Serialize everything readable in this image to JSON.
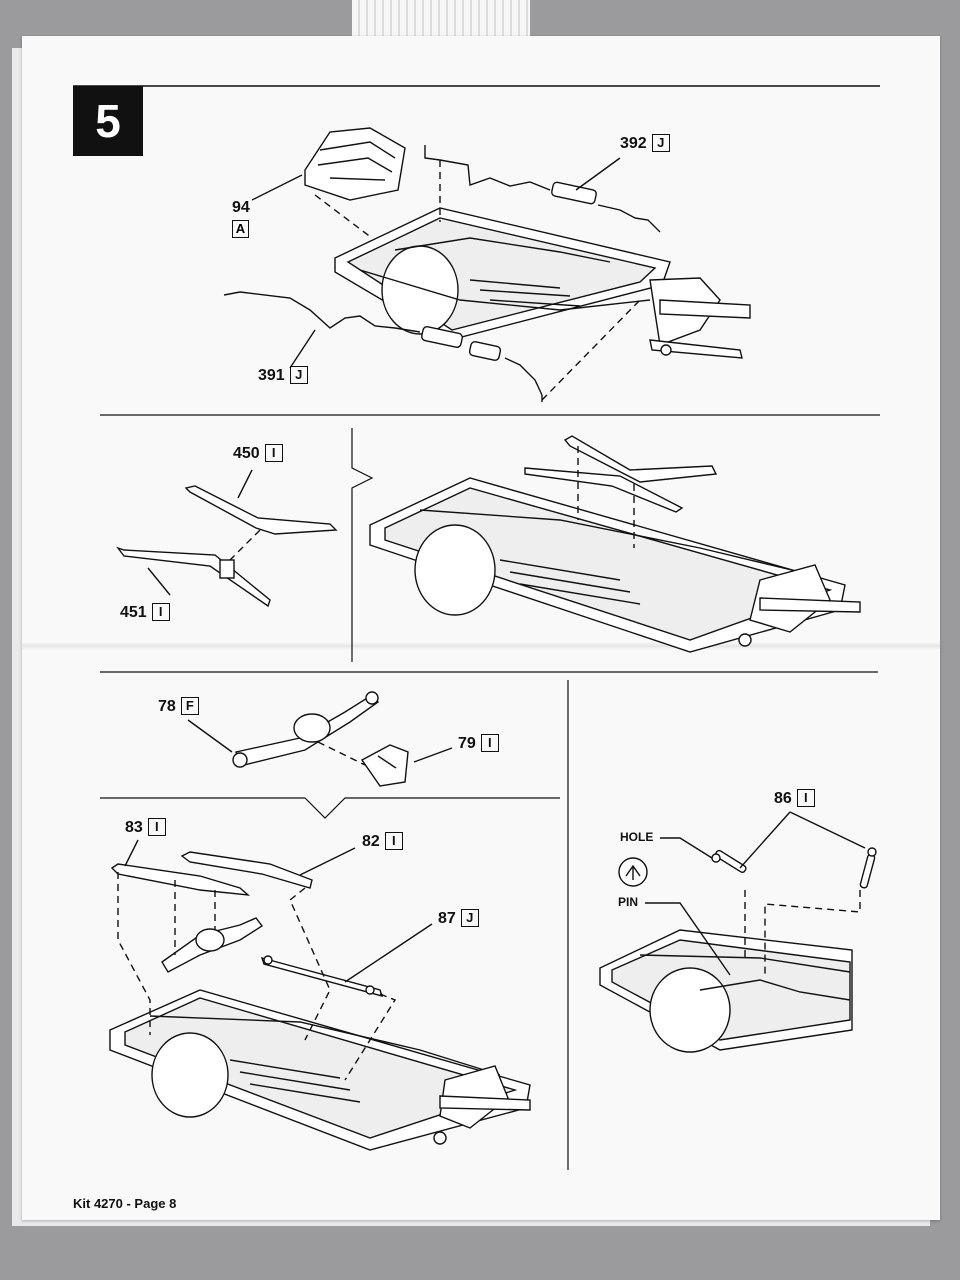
{
  "step_number": "5",
  "footer": "Kit 4270 - Page 8",
  "parts": [
    {
      "id": "p94",
      "number": "94",
      "letter": "A"
    },
    {
      "id": "p392",
      "number": "392",
      "letter": "J"
    },
    {
      "id": "p391",
      "number": "391",
      "letter": "J"
    },
    {
      "id": "p450",
      "number": "450",
      "letter": "I"
    },
    {
      "id": "p451",
      "number": "451",
      "letter": "I"
    },
    {
      "id": "p78",
      "number": "78",
      "letter": "F"
    },
    {
      "id": "p79",
      "number": "79",
      "letter": "I"
    },
    {
      "id": "p83",
      "number": "83",
      "letter": "I"
    },
    {
      "id": "p82",
      "number": "82",
      "letter": "I"
    },
    {
      "id": "p87",
      "number": "87",
      "letter": "J"
    },
    {
      "id": "p86",
      "number": "86",
      "letter": "I"
    }
  ],
  "callouts": {
    "hole": "HOLE",
    "pin": "PIN"
  }
}
